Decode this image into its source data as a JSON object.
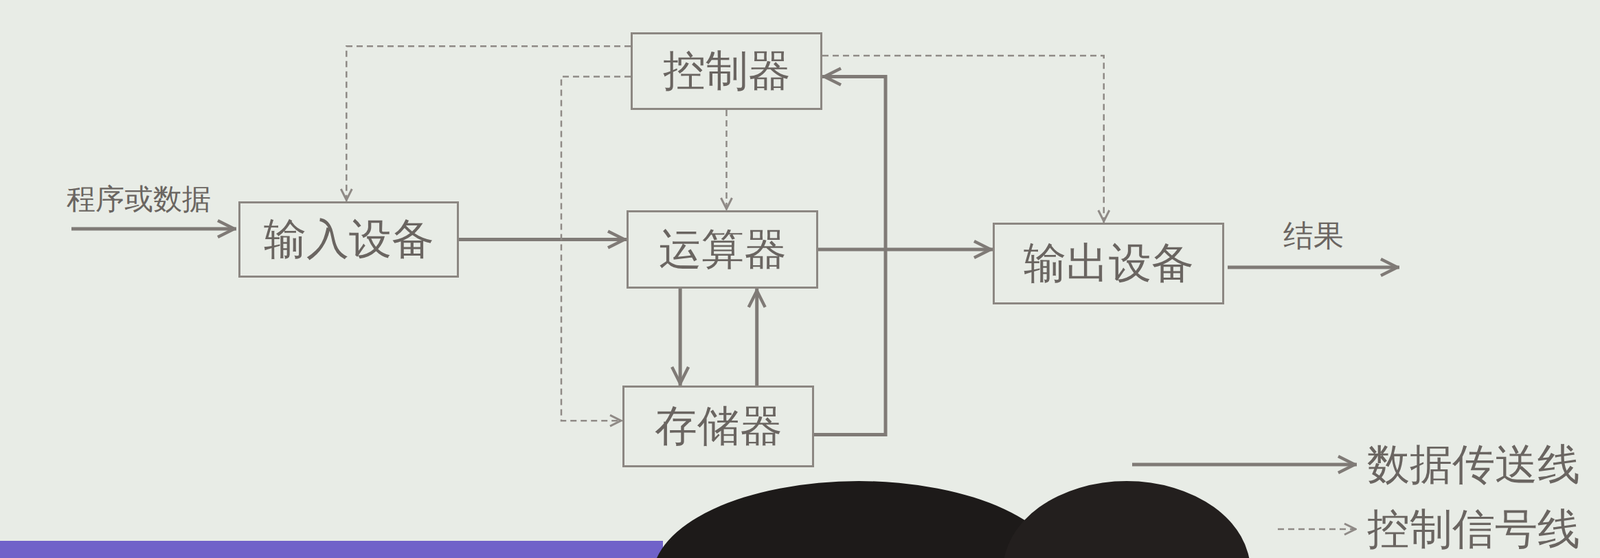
{
  "diagram": {
    "nodes": [
      {
        "text": [
          "控制器"
        ]
      },
      {
        "text": [
          "输入设备"
        ]
      },
      {
        "text": [
          "运算器"
        ]
      },
      {
        "text": [
          "输出设备"
        ]
      },
      {
        "text": [
          "存储器"
        ]
      }
    ],
    "edges": [
      {
        "from": 1,
        "to": 2,
        "arrow": "to"
      },
      {
        "from": 2,
        "to": 4,
        "arrow": "to"
      },
      {
        "from": 4,
        "to": 2,
        "arrow": "to"
      },
      {
        "from": 2,
        "to": 3,
        "arrow": "to"
      },
      {
        "from": 4,
        "to": 0,
        "arrow": "to"
      },
      {
        "from": 0,
        "to": 1,
        "arrow": "to"
      },
      {
        "from": 0,
        "to": 4,
        "arrow": "to"
      },
      {
        "from": 0,
        "to": 2,
        "arrow": "to"
      },
      {
        "from": 0,
        "to": 3,
        "arrow": "to"
      }
    ],
    "labels": [
      "程序或数据",
      "结果"
    ],
    "legend": [
      {
        "text": "数据传送线"
      },
      {
        "text": "控制信号线"
      }
    ]
  }
}
